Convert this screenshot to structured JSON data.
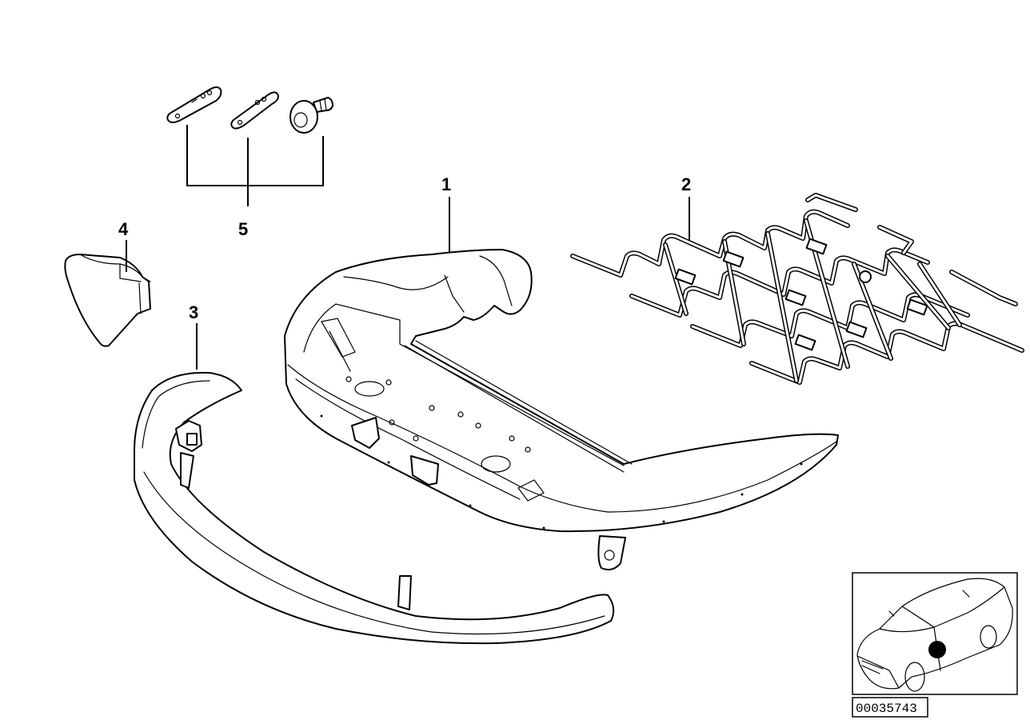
{
  "callouts": {
    "seat_shell": "1",
    "spring_mat": "2",
    "trim_strip": "3",
    "end_cap": "4",
    "mounting_kit": "5"
  },
  "reference_number": "00035743"
}
